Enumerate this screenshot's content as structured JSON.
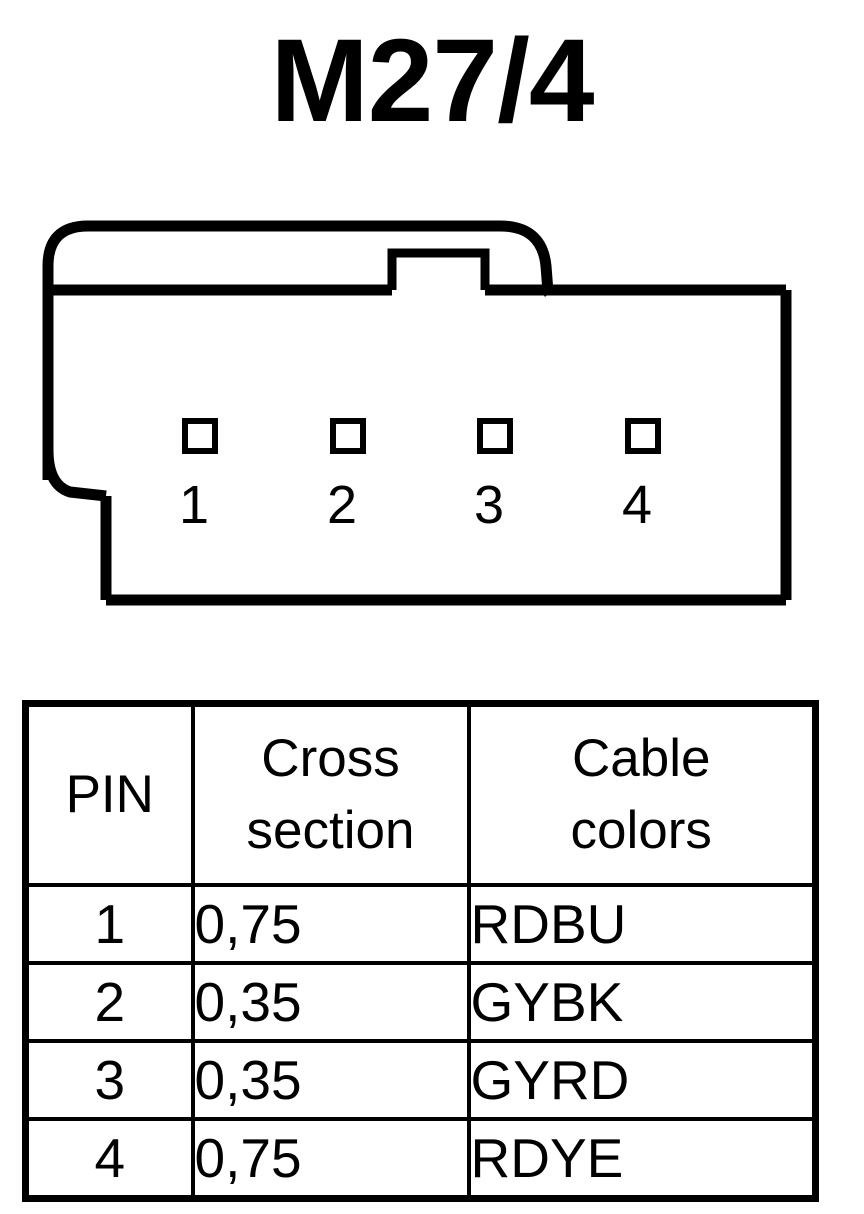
{
  "title": "M27/4",
  "connector": {
    "label": "connector-pinout-diagram",
    "pin_count": 4,
    "pins": [
      {
        "number": "1"
      },
      {
        "number": "2"
      },
      {
        "number": "3"
      },
      {
        "number": "4"
      }
    ],
    "colors": {
      "outline": "#000000",
      "fill": "#ffffff"
    }
  },
  "table": {
    "headers": {
      "pin": "PIN",
      "cross_line1": "Cross",
      "cross_line2": "section",
      "colors_line1": "Cable",
      "colors_line2": "colors"
    },
    "rows": [
      {
        "pin": "1",
        "cross_section": "0,75",
        "cable_colors": "RDBU"
      },
      {
        "pin": "2",
        "cross_section": "0,35",
        "cable_colors": "GYBK"
      },
      {
        "pin": "3",
        "cross_section": "0,35",
        "cable_colors": "GYRD"
      },
      {
        "pin": "4",
        "cross_section": "0,75",
        "cable_colors": "RDYE"
      }
    ]
  }
}
